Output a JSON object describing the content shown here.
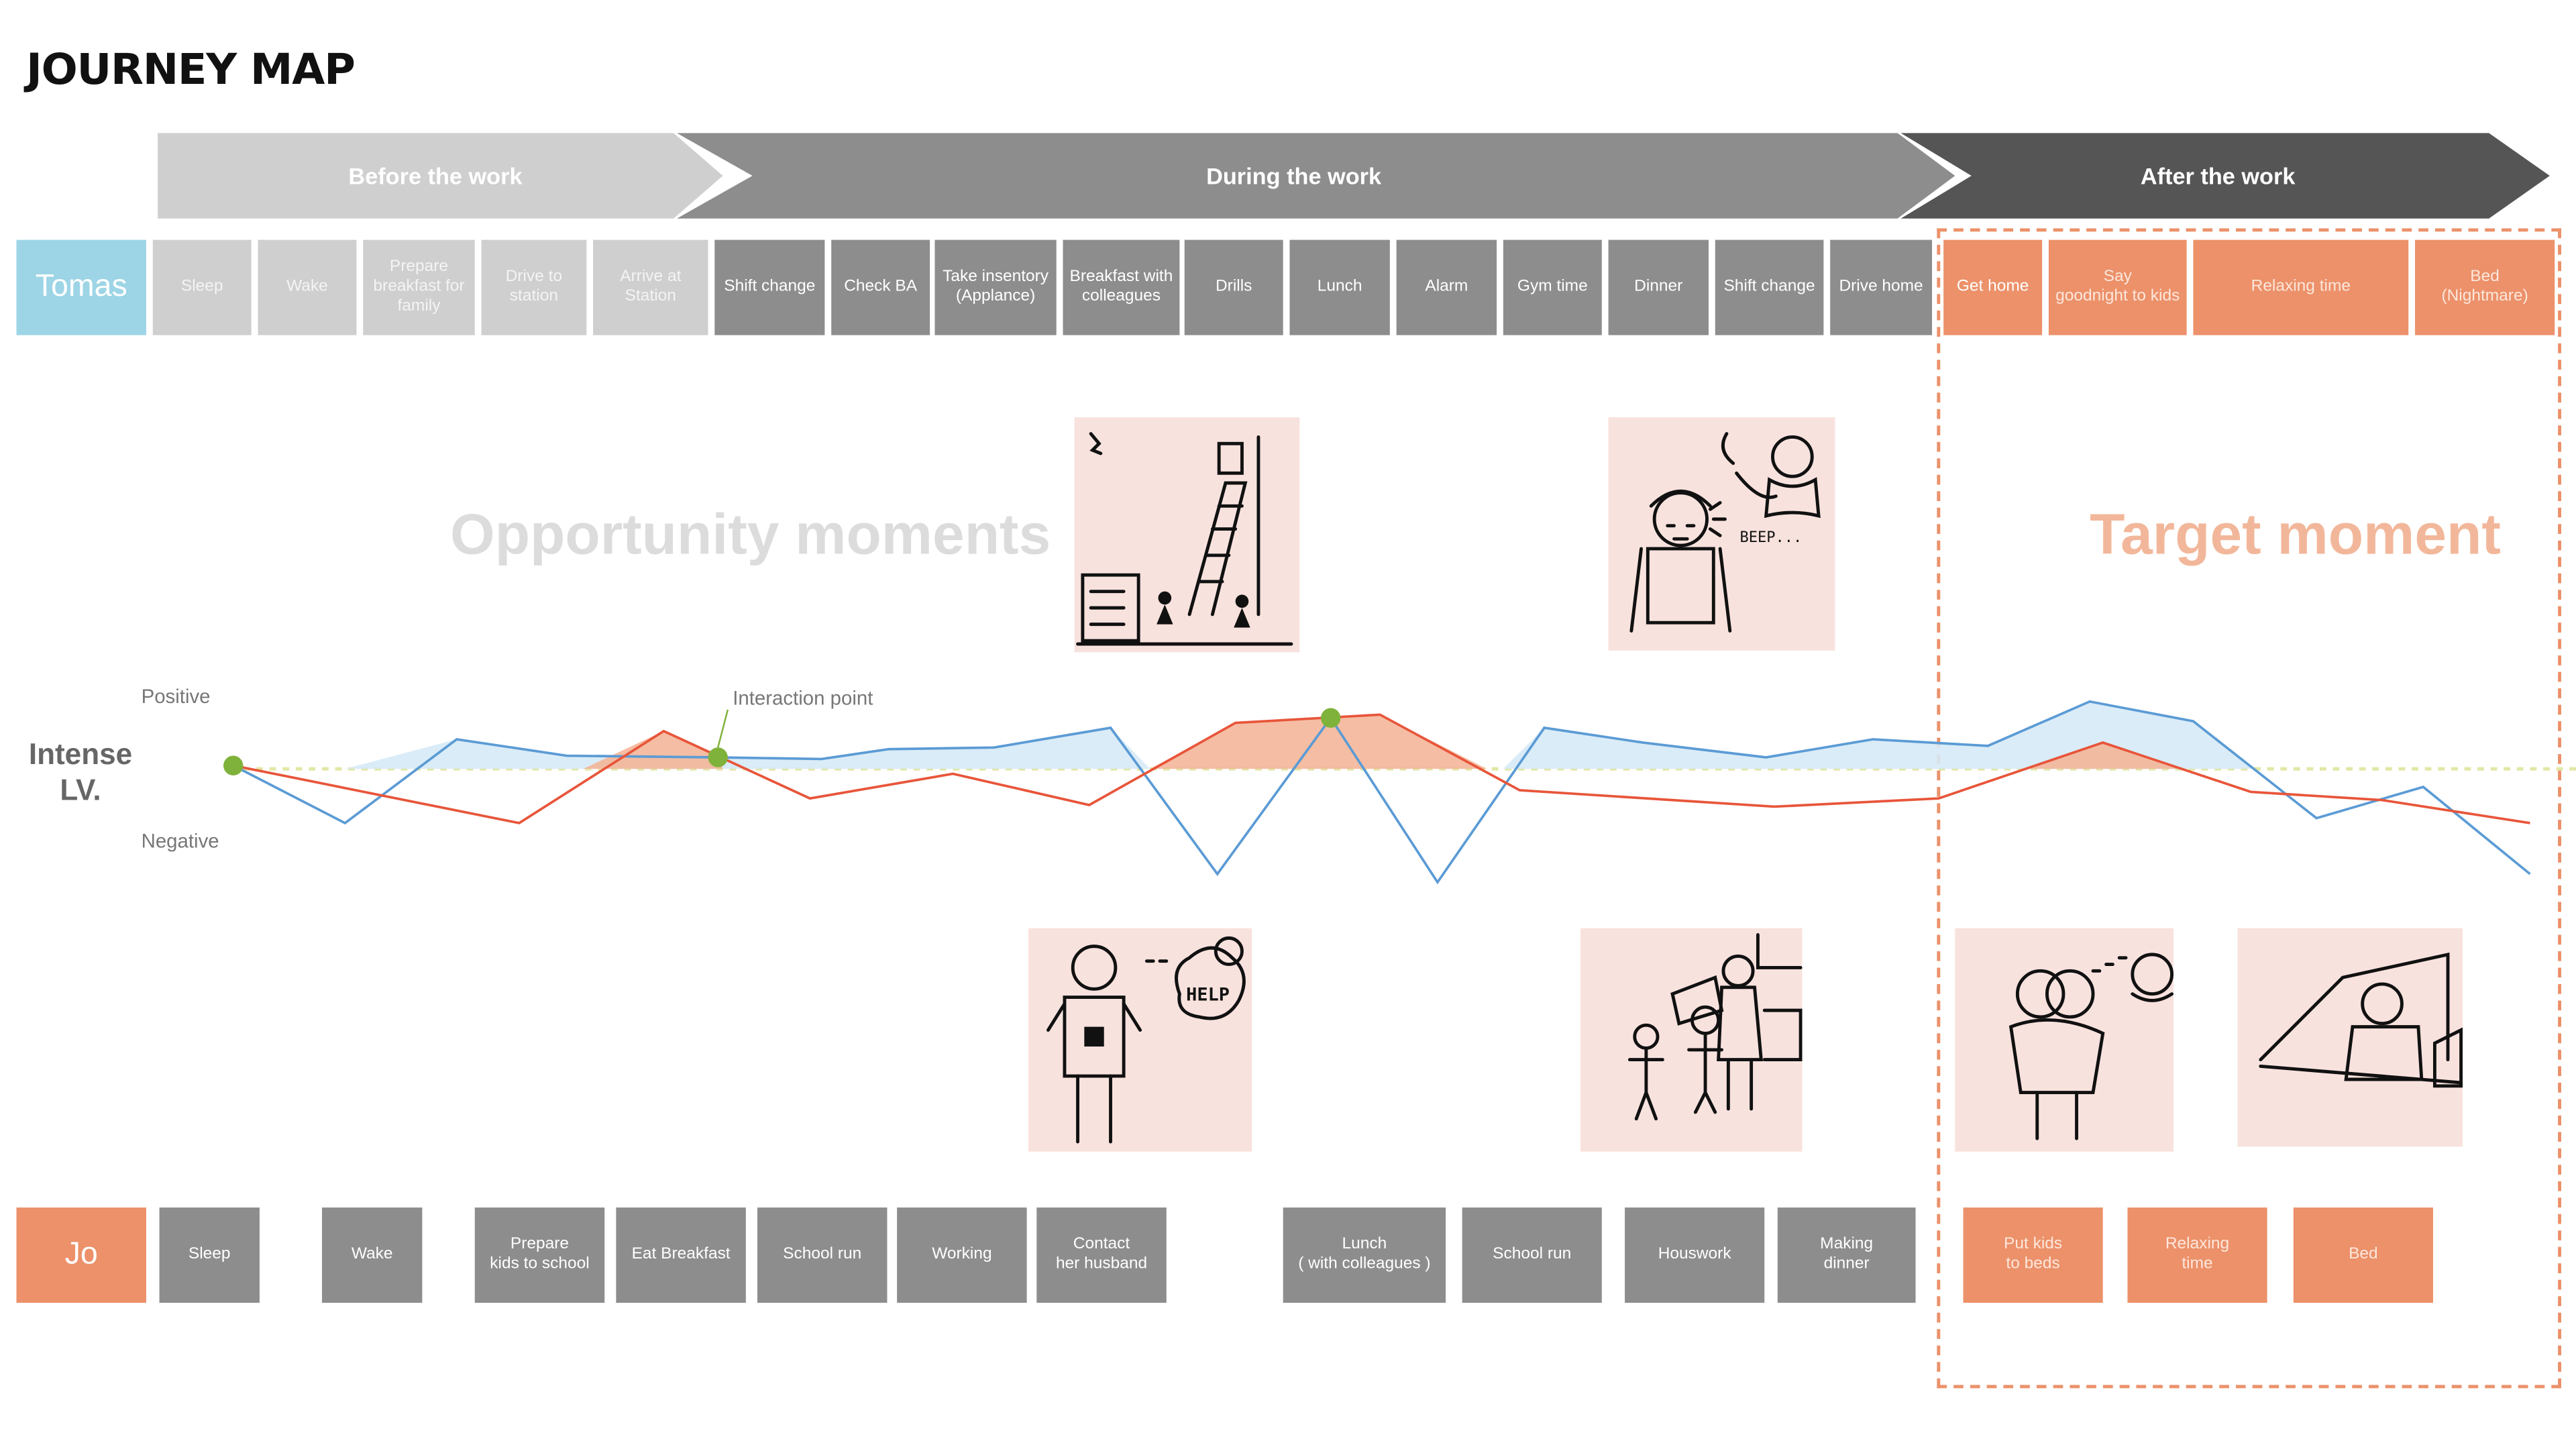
{
  "title": "JOURNEY MAP",
  "phases": [
    {
      "label": "Before the work",
      "color": "#cfcfcf"
    },
    {
      "label": "During the work",
      "color": "#8d8d8d"
    },
    {
      "label": "After the work",
      "color": "#555555"
    }
  ],
  "tomas": {
    "name": "Tomas",
    "steps": [
      "Sleep",
      "Wake",
      "Prepare\nbreakfast for\nfamily",
      "Drive to\nstation",
      "Arrive at\nStation",
      "Shift change",
      "Check BA",
      "Take insentory\n(Applance)",
      "Breakfast with\ncolleagues",
      "Drills",
      "Lunch",
      "Alarm",
      "Gym time",
      "Dinner",
      "Shift change",
      "Drive home",
      "Get home",
      "Say\ngoodnight to kids",
      "Relaxing time",
      "Bed\n(Nightmare)"
    ]
  },
  "jo": {
    "name": "Jo",
    "steps": [
      "Sleep",
      "Wake",
      "Prepare\nkids to school",
      "Eat Breakfast",
      "School run",
      "Working",
      "Contact\nher husband",
      "Lunch\n( with colleagues )",
      "School run",
      "Houswork",
      "Making\ndinner",
      "Put kids\nto beds",
      "Relaxing\ntime",
      "Bed"
    ]
  },
  "labels": {
    "opportunity": "Opportunity moments",
    "target": "Target moment",
    "positive": "Positive",
    "negative": "Negative",
    "intense": "Intense\nLV.",
    "interaction": "Interaction point"
  },
  "sketch_text": {
    "beep": "BEEP...",
    "help": "HELP"
  },
  "colors": {
    "orange": "#ec916a",
    "blue": "#9dd5e6",
    "grey": "#8d8d8d",
    "green": "#7fb23a",
    "red_line": "#e8553a",
    "blue_line": "#5b9bd5"
  }
}
